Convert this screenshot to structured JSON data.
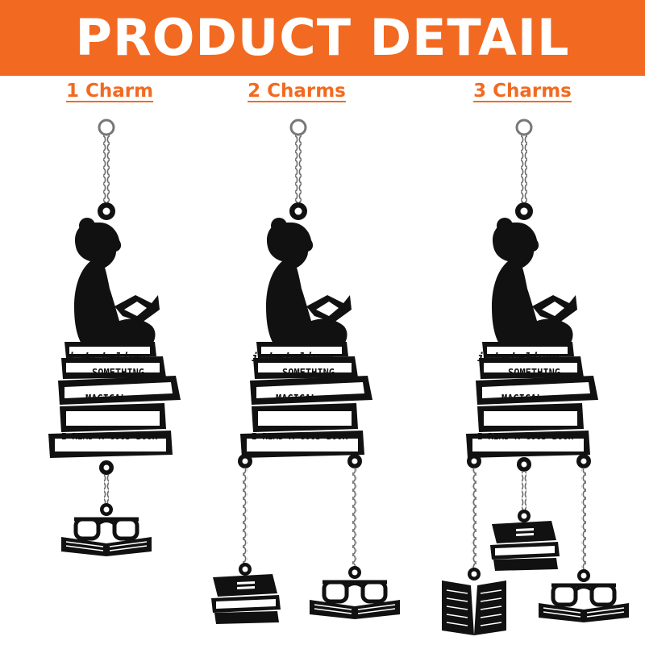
{
  "banner": {
    "title": "PRODUCT DETAIL",
    "color": "#f26a21"
  },
  "columns": [
    {
      "label": "1 Charm",
      "charms": [
        "glasses-on-book"
      ]
    },
    {
      "label": "2 Charms",
      "charms": [
        "book-stack",
        "glasses-on-book"
      ]
    },
    {
      "label": "3 Charms",
      "charms": [
        "open-book",
        "book-stack",
        "glasses-on-book"
      ]
    }
  ],
  "books": {
    "line1": "i do believe",
    "line2": "SOMETHING",
    "line3": "MAGICAL",
    "line4": "I READ A GOOD BOOK"
  },
  "colors": {
    "accent": "#f26a21",
    "silhouette": "#111111",
    "chain": "#6b6b6b"
  }
}
